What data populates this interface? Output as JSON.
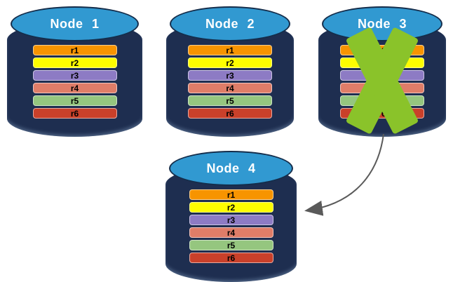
{
  "nodes": [
    {
      "title": "Node 1",
      "failed": false
    },
    {
      "title": "Node 2",
      "failed": false
    },
    {
      "title": "Node 3",
      "failed": true
    },
    {
      "title": "Node 4",
      "failed": false
    }
  ],
  "replicas": [
    {
      "label": "r1",
      "color": "#F79400"
    },
    {
      "label": "r2",
      "color": "#FDFD00"
    },
    {
      "label": "r3",
      "color": "#8D7BC4"
    },
    {
      "label": "r4",
      "color": "#DF7D68"
    },
    {
      "label": "r5",
      "color": "#95C67F"
    },
    {
      "label": "r6",
      "color": "#C9402A"
    }
  ],
  "colors": {
    "cylinder_body": "#1E2E50",
    "cylinder_top": "#3199D1",
    "node_title_text": "#FFFFFF",
    "replica_text": "#000000",
    "x_mark": "#8AC32A",
    "arrow": "#5A5A5A",
    "background": "#FFFFFF"
  },
  "icons": {
    "x_mark": "x-mark-icon",
    "arrow": "curved-arrow-icon"
  }
}
